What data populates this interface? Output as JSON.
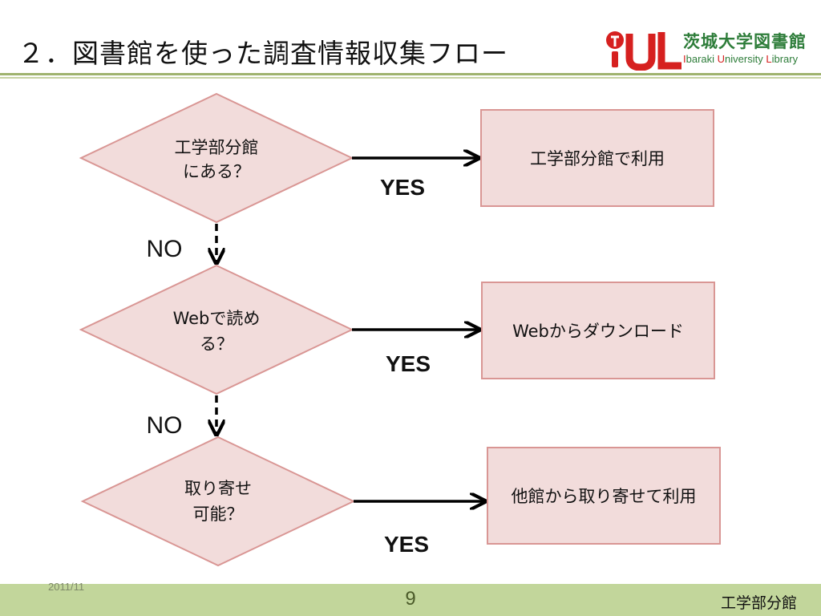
{
  "slide": {
    "title": "２．図書館を使った調査情報収集フロー"
  },
  "logo": {
    "jp": "茨城大学図書館",
    "en_i": "I",
    "en_baraki": "baraki ",
    "en_u": "U",
    "en_niversity": "niversity ",
    "en_l": "L",
    "en_ibrary": "ibrary"
  },
  "flow": {
    "decisions": [
      {
        "line1": "工学部分館",
        "line2": "にある？"
      },
      {
        "line1": "Webで読め",
        "line2": "る？"
      },
      {
        "line1": "取り寄せ",
        "line2": "可能？"
      }
    ],
    "results": [
      "工学部分館で利用",
      "Webからダウンロード",
      "他館から取り寄せて利用"
    ],
    "yes_label": "YES",
    "no_label": "NO"
  },
  "footer": {
    "date": "2011/11",
    "page": "9",
    "department": "工学部分館"
  },
  "colors": {
    "node_fill": "#f2dcdb",
    "node_stroke": "#d99694",
    "accent_green": "#c2d69b",
    "logo_red": "#d6201f",
    "logo_green": "#2e7d3a"
  }
}
